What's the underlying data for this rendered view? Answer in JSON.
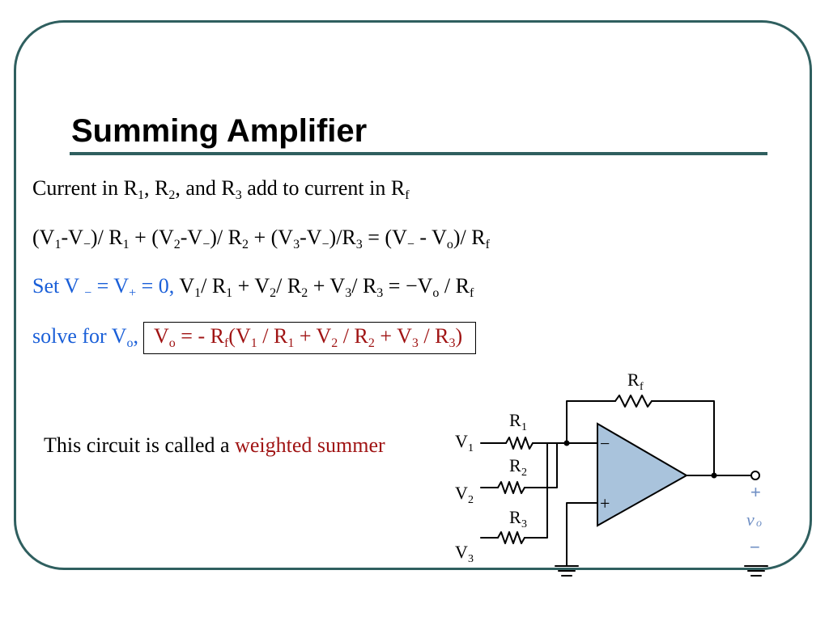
{
  "slide": {
    "title": "Summing Amplifier",
    "lines": [
      {
        "parts": [
          {
            "t": "Current in R",
            "c": "k"
          },
          {
            "t": "1",
            "c": "k",
            "sub": true
          },
          {
            "t": ", R",
            "c": "k"
          },
          {
            "t": "2",
            "c": "k",
            "sub": true
          },
          {
            "t": ", and R",
            "c": "k"
          },
          {
            "t": "3",
            "c": "k",
            "sub": true
          },
          {
            "t": " add to current in R",
            "c": "k"
          },
          {
            "t": "f",
            "c": "k",
            "sub": true
          }
        ]
      },
      {
        "parts": [
          {
            "t": "(V",
            "c": "k"
          },
          {
            "t": "1",
            "c": "k",
            "sub": true
          },
          {
            "t": "-V",
            "c": "k"
          },
          {
            "t": "−",
            "c": "k",
            "sub": true
          },
          {
            "t": ")/ R",
            "c": "k"
          },
          {
            "t": "1",
            "c": "k",
            "sub": true
          },
          {
            "t": " + (V",
            "c": "k"
          },
          {
            "t": "2",
            "c": "k",
            "sub": true
          },
          {
            "t": "-V",
            "c": "k"
          },
          {
            "t": "−",
            "c": "k",
            "sub": true
          },
          {
            "t": ")/ R",
            "c": "k"
          },
          {
            "t": "2",
            "c": "k",
            "sub": true
          },
          {
            "t": " + (V",
            "c": "k"
          },
          {
            "t": "3",
            "c": "k",
            "sub": true
          },
          {
            "t": "-V",
            "c": "k"
          },
          {
            "t": "−",
            "c": "k",
            "sub": true
          },
          {
            "t": ")/R",
            "c": "k"
          },
          {
            "t": "3",
            "c": "k",
            "sub": true
          },
          {
            "t": " = (V",
            "c": "k"
          },
          {
            "t": "−",
            "c": "k",
            "sub": true
          },
          {
            "t": " - V",
            "c": "k"
          },
          {
            "t": "o",
            "c": "k",
            "sub": true
          },
          {
            "t": ")/ R",
            "c": "k"
          },
          {
            "t": "f",
            "c": "k",
            "sub": true
          }
        ]
      },
      {
        "parts": [
          {
            "t": "Set V ",
            "c": "b"
          },
          {
            "t": "−",
            "c": "b",
            "sub": true
          },
          {
            "t": " = V",
            "c": "b"
          },
          {
            "t": "+",
            "c": "b",
            "sub": true
          },
          {
            "t": " = 0, ",
            "c": "b"
          },
          {
            "t": "V",
            "c": "k"
          },
          {
            "t": "1",
            "c": "k",
            "sub": true
          },
          {
            "t": "/ R",
            "c": "k"
          },
          {
            "t": "1",
            "c": "k",
            "sub": true
          },
          {
            "t": " + V",
            "c": "k"
          },
          {
            "t": "2",
            "c": "k",
            "sub": true
          },
          {
            "t": "/ R",
            "c": "k"
          },
          {
            "t": "2",
            "c": "k",
            "sub": true
          },
          {
            "t": " + V",
            "c": "k"
          },
          {
            "t": "3",
            "c": "k",
            "sub": true
          },
          {
            "t": "/ R",
            "c": "k"
          },
          {
            "t": "3",
            "c": "k",
            "sub": true
          },
          {
            "t": " = −V",
            "c": "k"
          },
          {
            "t": "o",
            "c": "k",
            "sub": true
          },
          {
            "t": " / R",
            "c": "k"
          },
          {
            "t": "f",
            "c": "k",
            "sub": true
          }
        ]
      },
      {
        "parts": [
          {
            "t": "solve for V",
            "c": "b"
          },
          {
            "t": "o",
            "c": "b",
            "sub": true
          },
          {
            "t": ",",
            "c": "b"
          }
        ],
        "boxed": [
          {
            "t": "V",
            "c": "r"
          },
          {
            "t": "o",
            "c": "r",
            "sub": true
          },
          {
            "t": " = - R",
            "c": "r"
          },
          {
            "t": "f",
            "c": "r",
            "sub": true
          },
          {
            "t": "(V",
            "c": "r"
          },
          {
            "t": "1",
            "c": "r",
            "sub": true
          },
          {
            "t": " / R",
            "c": "r"
          },
          {
            "t": "1",
            "c": "r",
            "sub": true
          },
          {
            "t": " + V",
            "c": "r"
          },
          {
            "t": "2",
            "c": "r",
            "sub": true
          },
          {
            "t": " / R",
            "c": "r"
          },
          {
            "t": "2",
            "c": "r",
            "sub": true
          },
          {
            "t": " + V",
            "c": "r"
          },
          {
            "t": "3",
            "c": "r",
            "sub": true
          },
          {
            "t": " / R",
            "c": "r"
          },
          {
            "t": "3",
            "c": "r",
            "sub": true
          },
          {
            "t": ")",
            "c": "r"
          }
        ]
      }
    ],
    "caption": {
      "prefix": "This circuit is called a ",
      "highlight": "weighted summer"
    }
  },
  "circuit": {
    "labels": {
      "rf": "R",
      "rf_sub": "f",
      "r1": "R",
      "r1_sub": "1",
      "r2": "R",
      "r2_sub": "2",
      "r3": "R",
      "r3_sub": "3",
      "v1": "V",
      "v1_sub": "1",
      "v2": "V",
      "v2_sub": "2",
      "v3": "V",
      "v3_sub": "3",
      "inv": "−",
      "noninv": "+",
      "out_plus": "+",
      "vo": "v",
      "vo_sub": "o",
      "out_minus": "−"
    }
  },
  "colors": {
    "frame": "#2f5f5f",
    "text": "#000000",
    "blue": "#1a5fd8",
    "red": "#a01414",
    "opamp_fill": "#a9c3dc",
    "output_label": "#6f8fc4"
  }
}
